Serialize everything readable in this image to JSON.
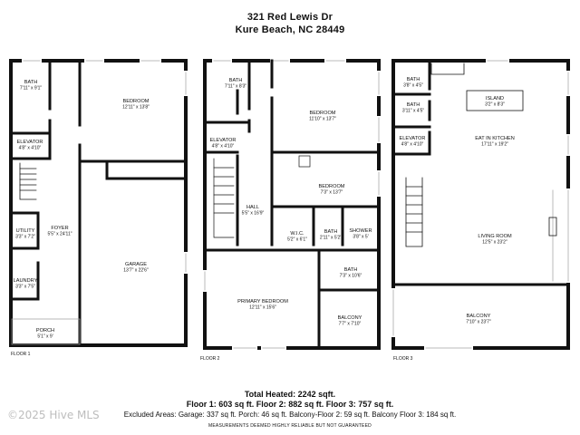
{
  "header": {
    "address_line1": "321 Red Lewis Dr",
    "address_line2": "Kure Beach, NC 28449"
  },
  "floors": [
    {
      "label": "FLOOR 1",
      "rooms": [
        {
          "name": "BATH",
          "dims": "7'11\" x 9'1\""
        },
        {
          "name": "BEDROOM",
          "dims": "12'11\" x 13'8\""
        },
        {
          "name": "ELEVATOR",
          "dims": "4'8\" x 4'10\""
        },
        {
          "name": "FOYER",
          "dims": "5'5\" x 24'11\""
        },
        {
          "name": "UTILITY",
          "dims": "3'3\" x 7'2\""
        },
        {
          "name": "GARAGE",
          "dims": "13'7\" x 22'6\""
        },
        {
          "name": "LAUNDRY",
          "dims": "3'3\" x 7'5\""
        },
        {
          "name": "PORCH",
          "dims": "5'1\" x 9'"
        }
      ]
    },
    {
      "label": "FLOOR 2",
      "rooms": [
        {
          "name": "BATH",
          "dims": "7'11\" x 8'3\""
        },
        {
          "name": "BEDROOM",
          "dims": "11'10\" x 13'7\""
        },
        {
          "name": "ELEVATOR",
          "dims": "4'8\" x 4'10\""
        },
        {
          "name": "BEDROOM",
          "dims": "7'3\" x 13'7\""
        },
        {
          "name": "HALL",
          "dims": "5'5\" x 16'9\""
        },
        {
          "name": "W.I.C.",
          "dims": "5'2\" x 6'1\""
        },
        {
          "name": "BATH",
          "dims": "2'11\" x 5'2\""
        },
        {
          "name": "SHOWER",
          "dims": "3'8\" x 5'"
        },
        {
          "name": "BATH",
          "dims": "7'3\" x 10'6\""
        },
        {
          "name": "PRIMARY BEDROOM",
          "dims": "12'11\" x 15'6\""
        },
        {
          "name": "BALCONY",
          "dims": "7'7\" x 7'10\""
        }
      ]
    },
    {
      "label": "FLOOR 3",
      "rooms": [
        {
          "name": "BATH",
          "dims": "3'8\" x 4'5\""
        },
        {
          "name": "BATH",
          "dims": "3'11\" x 4'5\""
        },
        {
          "name": "ISLAND",
          "dims": "3'2\" x 8'3\""
        },
        {
          "name": "ELEVATOR",
          "dims": "4'8\" x 4'10\""
        },
        {
          "name": "EAT IN KITCHEN",
          "dims": "17'11\" x 19'2\""
        },
        {
          "name": "LIVING ROOM",
          "dims": "12'5\" x 23'2\""
        },
        {
          "name": "BALCONY",
          "dims": "7'10\" x 23'7\""
        }
      ]
    }
  ],
  "footer": {
    "total": "Total Heated: 2242 sqft.",
    "floors_summary": "Floor 1: 603 sq ft. Floor 2: 882 sq ft. Floor 3: 757 sq ft.",
    "excluded": "Excluded Areas: Garage: 337 sq ft. Porch: 46 sq ft. Balcony-Floor 2: 59 sq ft. Balcony Floor 3: 184 sq ft.",
    "disclaimer": "MEASUREMENTS DEEMED HIGHLY RELIABLE BUT NOT GUARANTEED",
    "watermark": "©2025 Hive MLS"
  },
  "colors": {
    "wall": "#111111",
    "window": "#cfcfcf",
    "watermark": "#bdbdbd"
  }
}
